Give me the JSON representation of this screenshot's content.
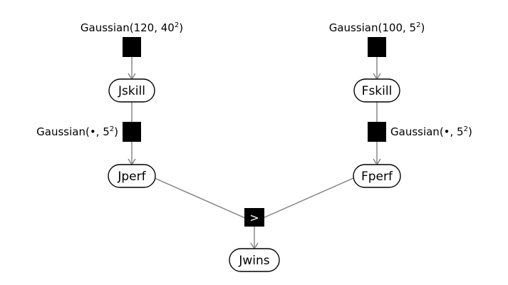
{
  "diagram": {
    "nodes": {
      "jskill": "Jskill",
      "fskill": "Fskill",
      "jperf": "Jperf",
      "fperf": "Fperf",
      "jwins": "Jwins"
    },
    "factors": {
      "jprior": {
        "base": "Gaussian(120, 40",
        "exp": "2",
        "close": ")"
      },
      "fprior": {
        "base": "Gaussian(100, 5",
        "exp": "2",
        "close": ")"
      },
      "jnoise": {
        "base": "Gaussian(•, 5",
        "exp": "2",
        "close": ")"
      },
      "fnoise": {
        "base": "Gaussian(•, 5",
        "exp": "2",
        "close": ")"
      },
      "greater": ">"
    },
    "edge_color": "#808080",
    "factor_color": "#000000"
  }
}
